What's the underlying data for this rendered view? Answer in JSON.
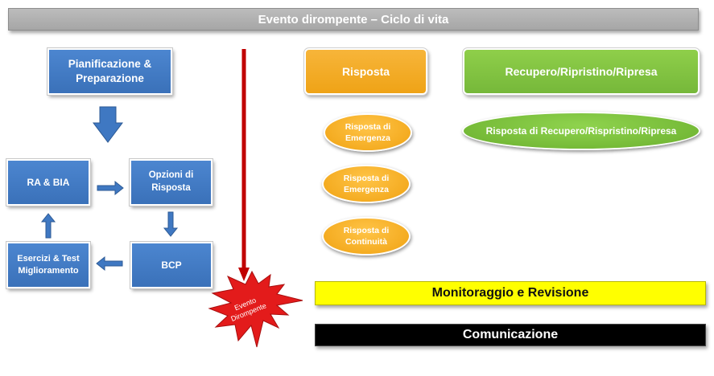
{
  "title": "Evento dirompente – Ciclo di vita",
  "cycle": {
    "planning": "Pianificazione & Preparazione",
    "ra_bia": "RA & BIA",
    "options": "Opzioni di Risposta",
    "bcp": "BCP",
    "exercises": "Esercizi & Test Miglioramento"
  },
  "event_label": "Evento Dirompente",
  "response": {
    "header": "Risposta",
    "items": [
      "Risposta di Emergenza",
      "Risposta di Emergenza",
      "Risposta di Continuità"
    ]
  },
  "recovery": {
    "header": "Recupero/Ripristino/Ripresa",
    "item": "Risposta di Recupero/Rispristino/Ripresa"
  },
  "monitoring": "Monitoraggio e Revisione",
  "communication": "Comunicazione",
  "colors": {
    "blue": "#3f78c2",
    "orange": "#f2a81c",
    "green": "#7dbf3f",
    "yellow": "#ffff00",
    "red_line": "#c00000",
    "starburst": "#e31b1b",
    "title_gray": "#a6a6a6"
  }
}
